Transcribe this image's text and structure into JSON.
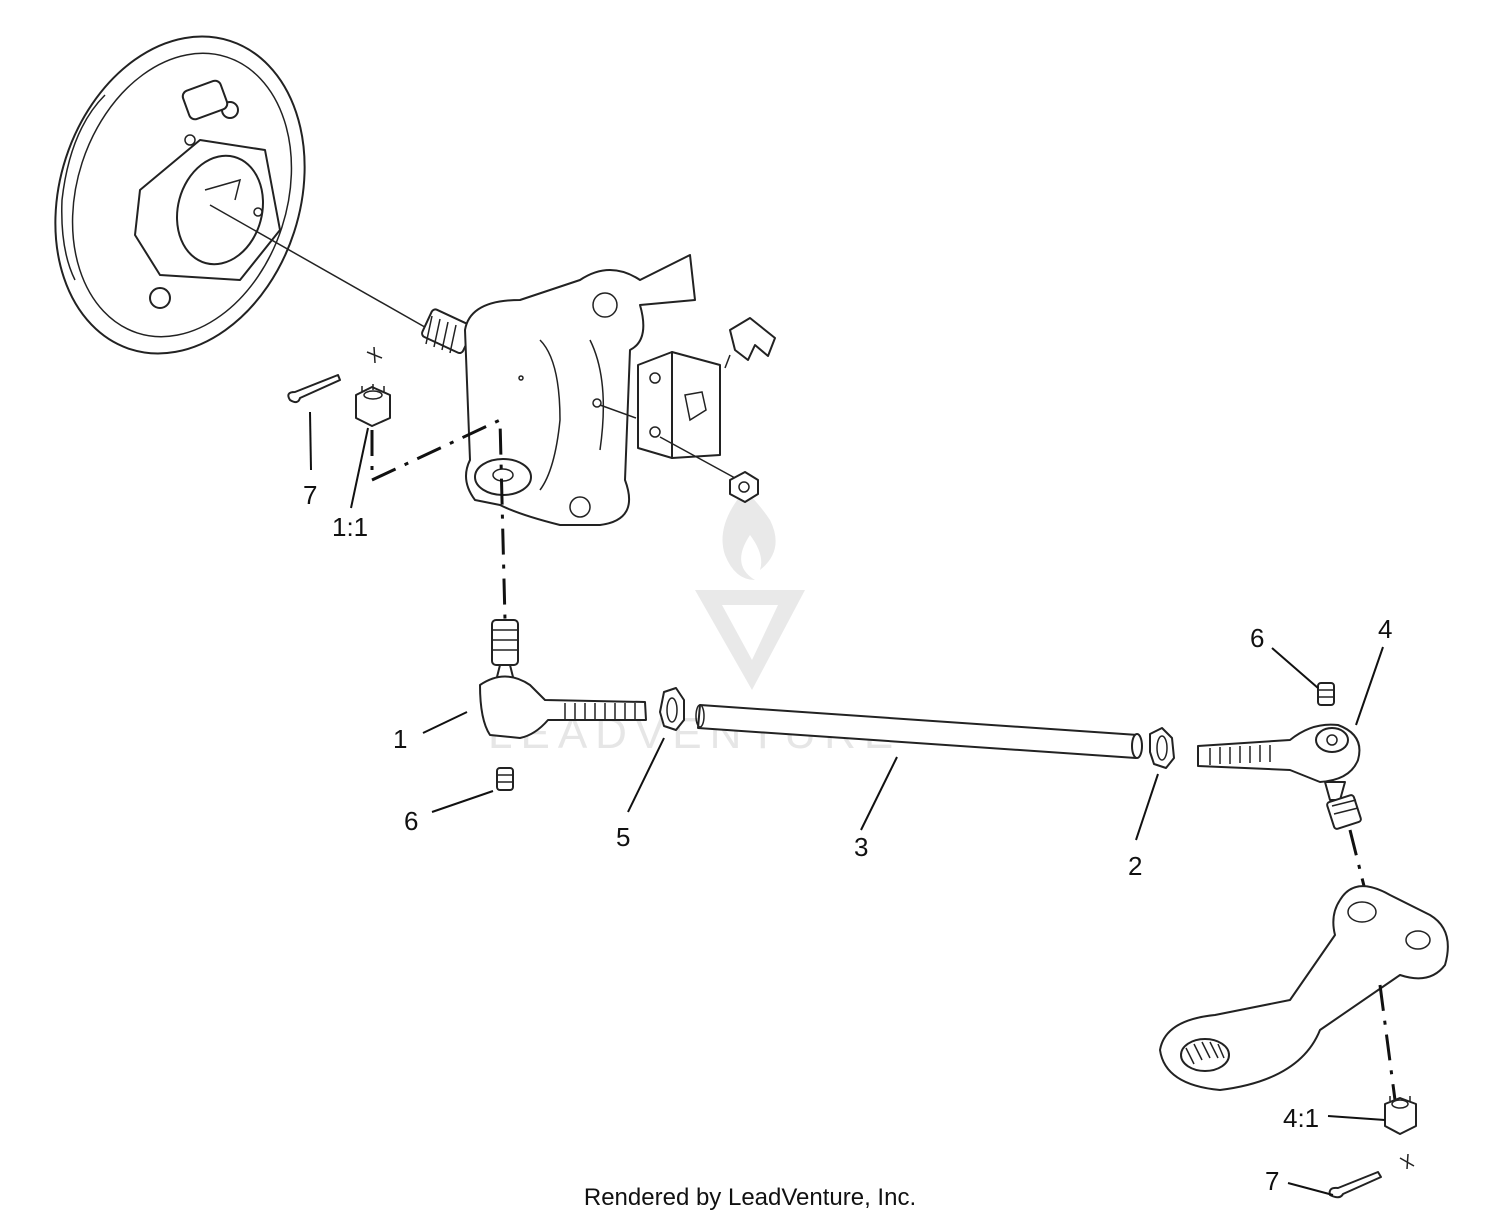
{
  "watermark": {
    "text": "LEADVENTURE"
  },
  "callouts": {
    "c7_top": "7",
    "c1_1": "1:1",
    "c1": "1",
    "c6_left": "6",
    "c5": "5",
    "c3": "3",
    "c2": "2",
    "c6_right": "6",
    "c4": "4",
    "c4_1": "4:1",
    "c7_bottom": "7"
  },
  "footer": {
    "text": "Rendered by LeadVenture, Inc."
  }
}
